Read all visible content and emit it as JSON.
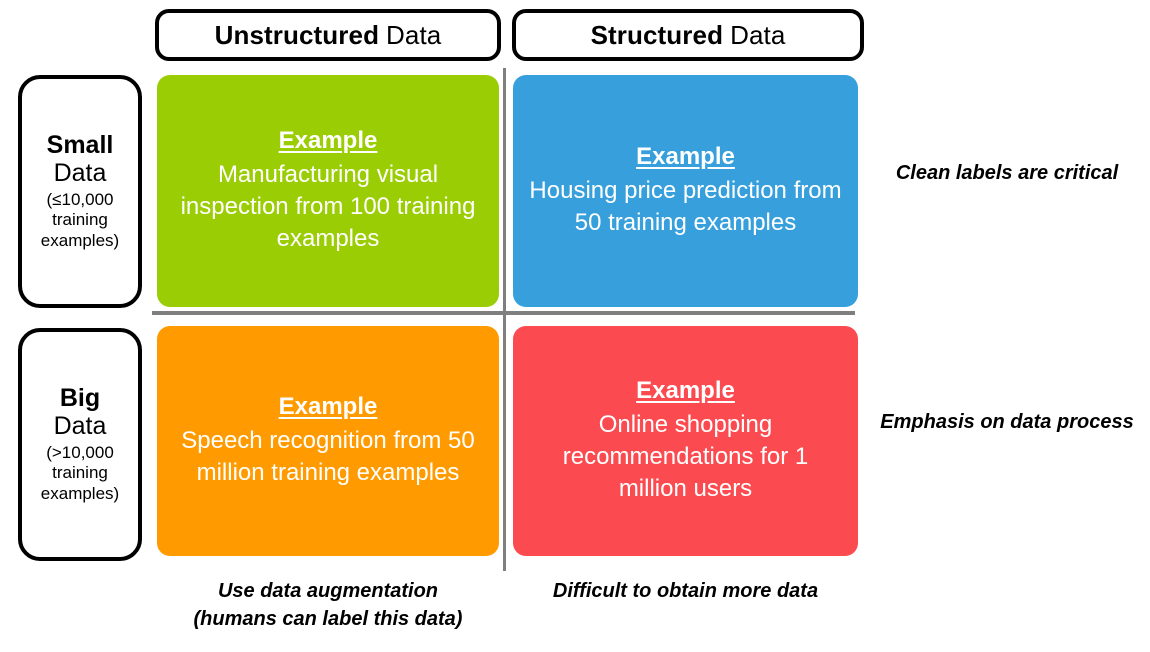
{
  "headers": {
    "unstructured": {
      "strong": "Unstructured",
      "light": "Data"
    },
    "structured": {
      "strong": "Structured",
      "light": "Data"
    }
  },
  "row_labels": [
    {
      "title": "Small",
      "subtitle": "Data",
      "note": "(≤10,000 training examples)"
    },
    {
      "title": "Big",
      "subtitle": "Data",
      "note": "(>10,000 training examples)"
    }
  ],
  "quadrants": [
    {
      "id": "small-unstructured",
      "label": "Example",
      "text": "Manufacturing visual inspection from 100 training examples",
      "color": "#9BCD05"
    },
    {
      "id": "small-structured",
      "label": "Example",
      "text": "Housing price prediction from 50 training examples",
      "color": "#37A0DC"
    },
    {
      "id": "big-unstructured",
      "label": "Example",
      "text": "Speech recognition from 50 million training examples",
      "color": "#FF9B00"
    },
    {
      "id": "big-structured",
      "label": "Example",
      "text": "Online shopping recommendations for 1 million users",
      "color": "#FB4B50"
    }
  ],
  "annotations": {
    "clean_labels": "Clean labels are critical",
    "data_process": "Emphasis on data process",
    "augmentation": "Use data augmentation\n(humans can label this data)",
    "obtain_data": "Difficult to obtain more data"
  },
  "colors": {
    "divider": "#7F7F7F",
    "outline": "#000000",
    "background": "#FFFFFF",
    "card_text": "#FFFFFF"
  }
}
